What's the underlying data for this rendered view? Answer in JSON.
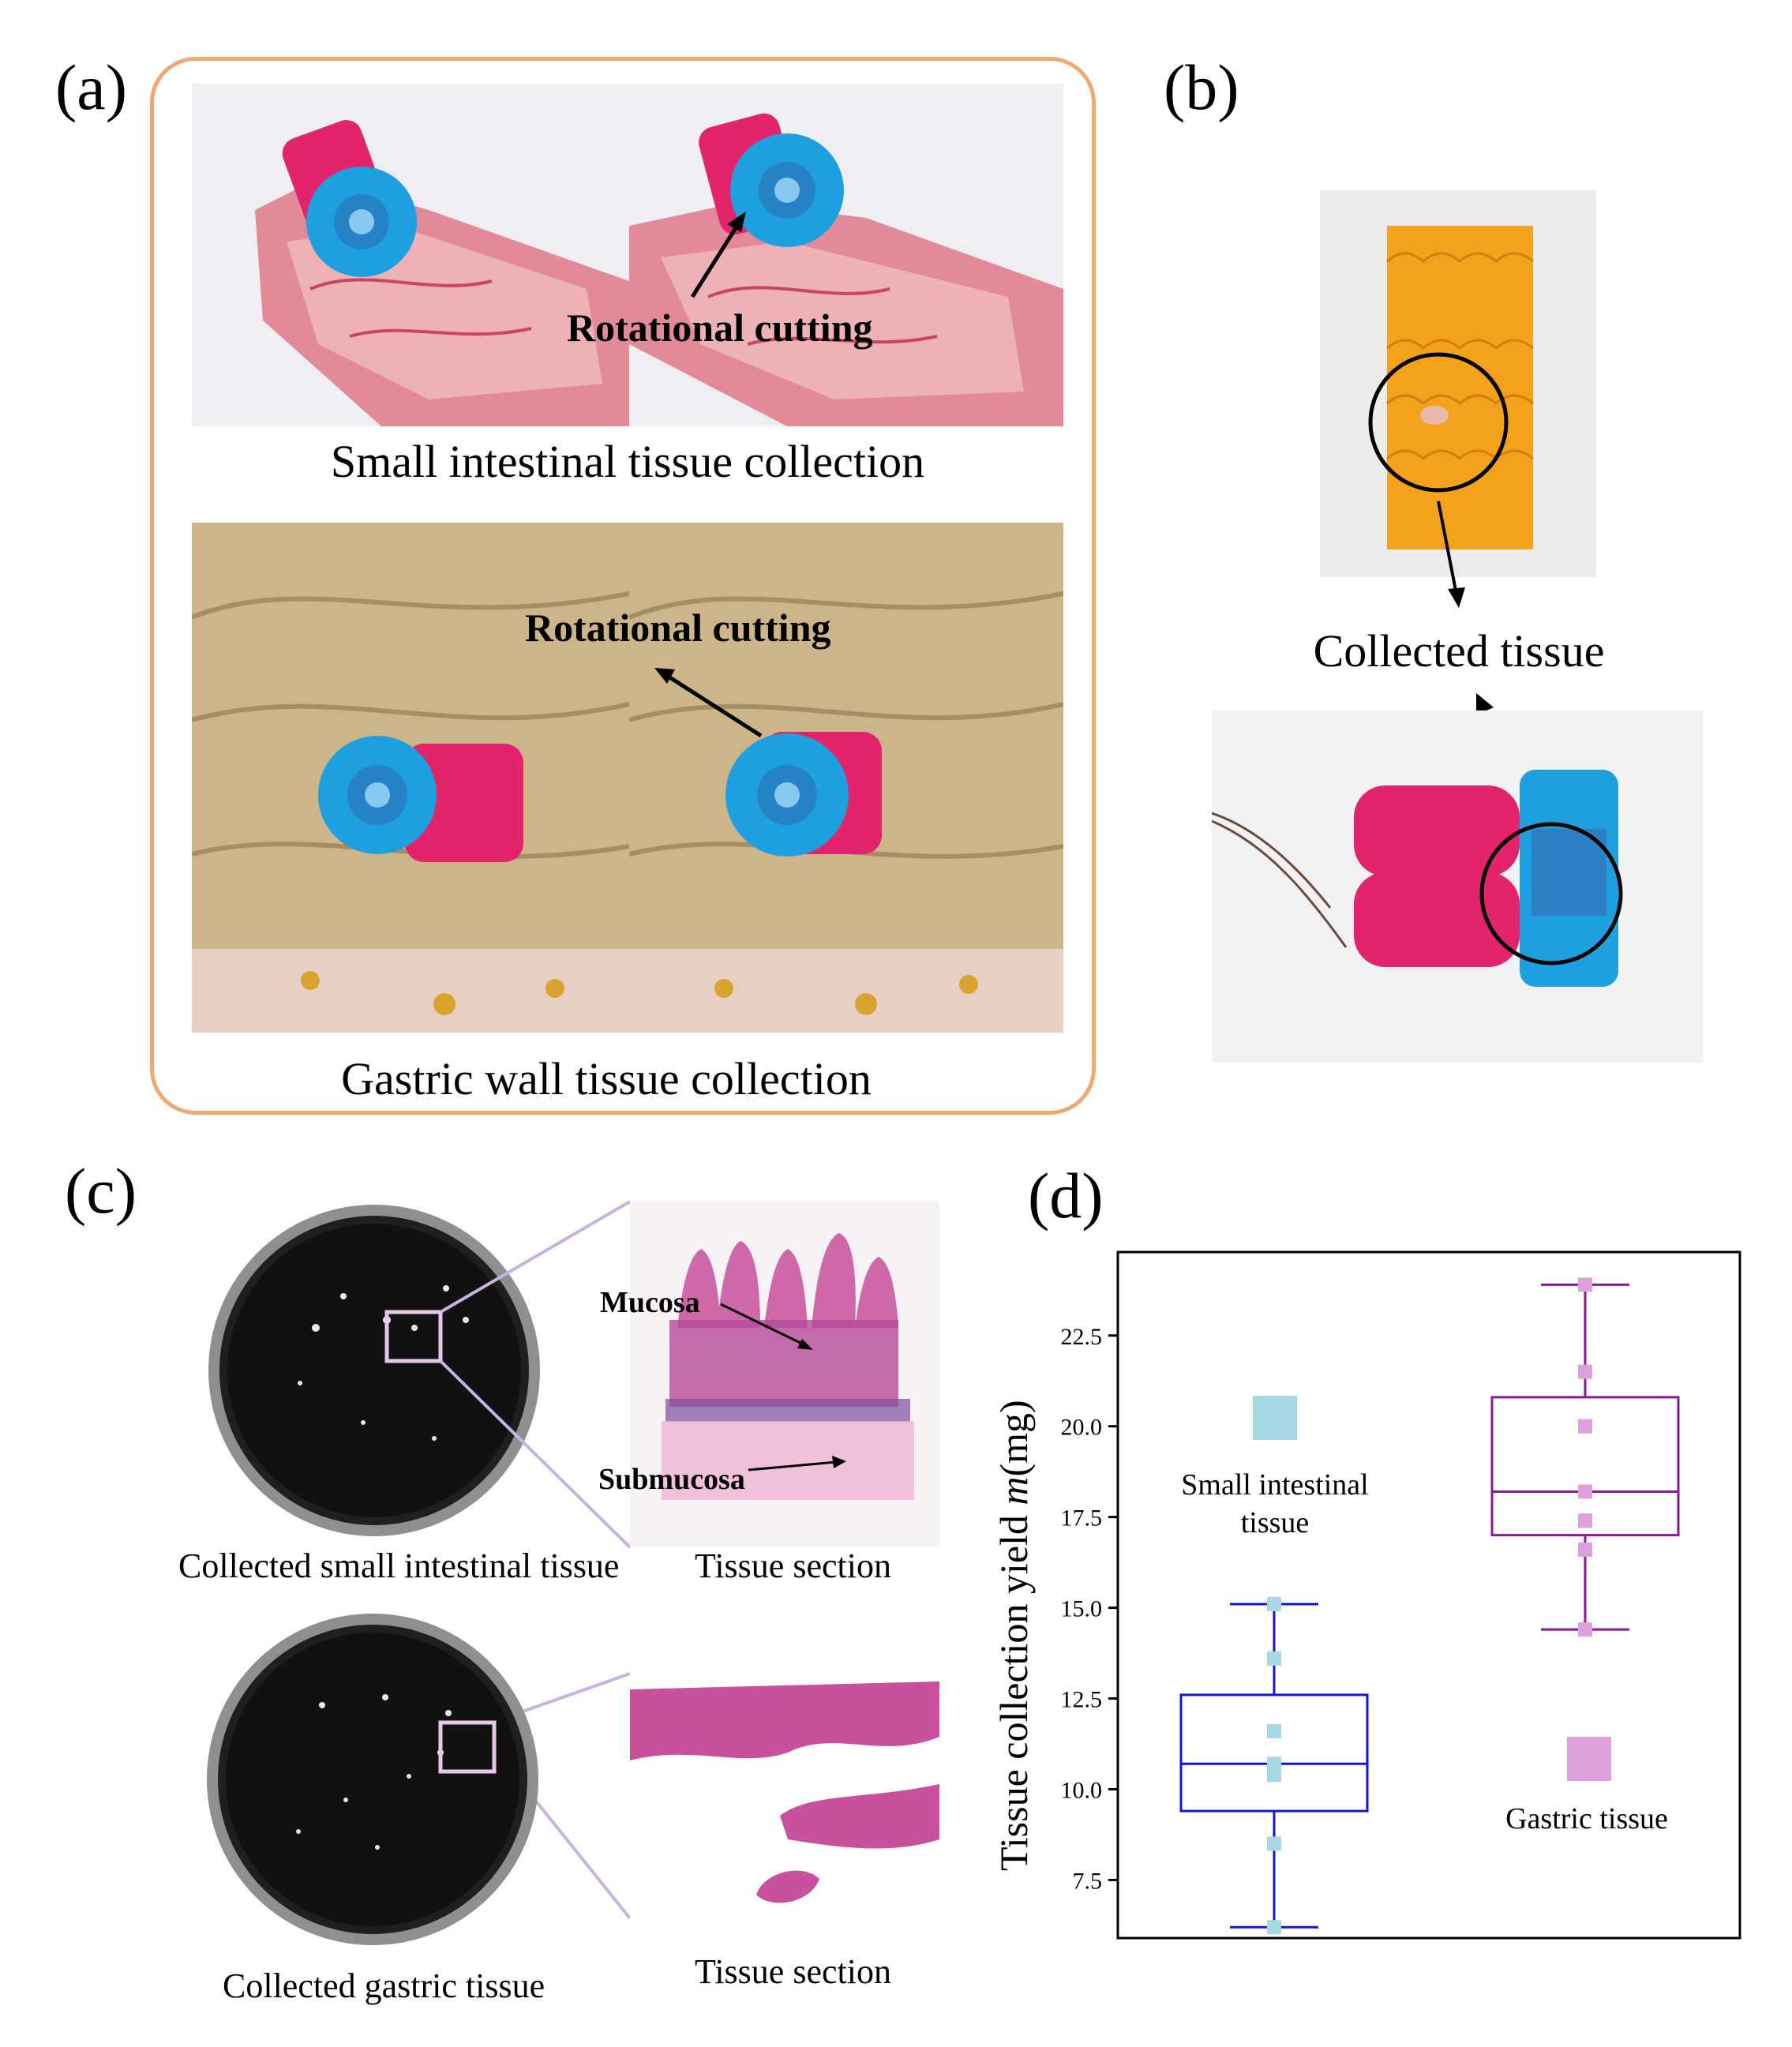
{
  "panels": {
    "a": {
      "label": "(a)",
      "small_intestine_caption": "Small intestinal tissue collection",
      "gastric_caption": "Gastric wall tissue collection",
      "annotation_top": "Rotational cutting",
      "annotation_bottom": "Rotational cutting",
      "frame_color": "#f0a873"
    },
    "b": {
      "label": "(b)",
      "collected_label": "Collected tissue"
    },
    "c": {
      "label": "(c)",
      "top_left_caption": "Collected small intestinal tissue",
      "top_right_caption": "Tissue section",
      "bottom_left_caption": "Collected gastric tissue",
      "bottom_right_caption": "Tissue section",
      "mucosa_label": "Mucosa",
      "submucosa_label": "Submucosa"
    },
    "d": {
      "label": "(d)"
    }
  },
  "colors": {
    "intestine_tissue": "#e38a98",
    "gastric_tissue": "#cdb58a",
    "capsule_pink": "#e3236b",
    "capsule_blue": "#1e9fe0",
    "tape_orange": "#f4a21c",
    "histology_pink": "#c8509c",
    "small_box": "#1515d6",
    "gastric_box": "#8a1a8f",
    "small_point": "#a8d8e4",
    "gastric_point": "#dda0dd"
  },
  "chart_data": {
    "type": "box",
    "ylabel": "Tissue collection yield m(mg)",
    "ylabel_plain": "Tissue collection yield ",
    "ylabel_italic": "m",
    "ylabel_unit": "(mg)",
    "ylim": [
      5.9,
      24.8
    ],
    "yticks": [
      "7.5",
      "10.0",
      "12.5",
      "15.0",
      "17.5",
      "20.0",
      "22.5"
    ],
    "grid": false,
    "series": [
      {
        "name": "Small intestinal tissue",
        "legend_line1": "Small intestinal",
        "legend_line2": "tissue",
        "whisker_low": 6.2,
        "q1": 9.4,
        "median": 10.7,
        "q3": 12.6,
        "whisker_high": 15.1,
        "points": [
          6.2,
          8.5,
          10.4,
          10.7,
          11.6,
          13.6,
          15.1
        ]
      },
      {
        "name": "Gastric tissue",
        "legend_line1": "Gastric tissue",
        "whisker_low": 14.4,
        "q1": 17.0,
        "median": 18.2,
        "q3": 20.8,
        "whisker_high": 23.9,
        "points": [
          14.4,
          16.6,
          17.4,
          18.2,
          20.0,
          21.5,
          23.9
        ]
      }
    ]
  }
}
